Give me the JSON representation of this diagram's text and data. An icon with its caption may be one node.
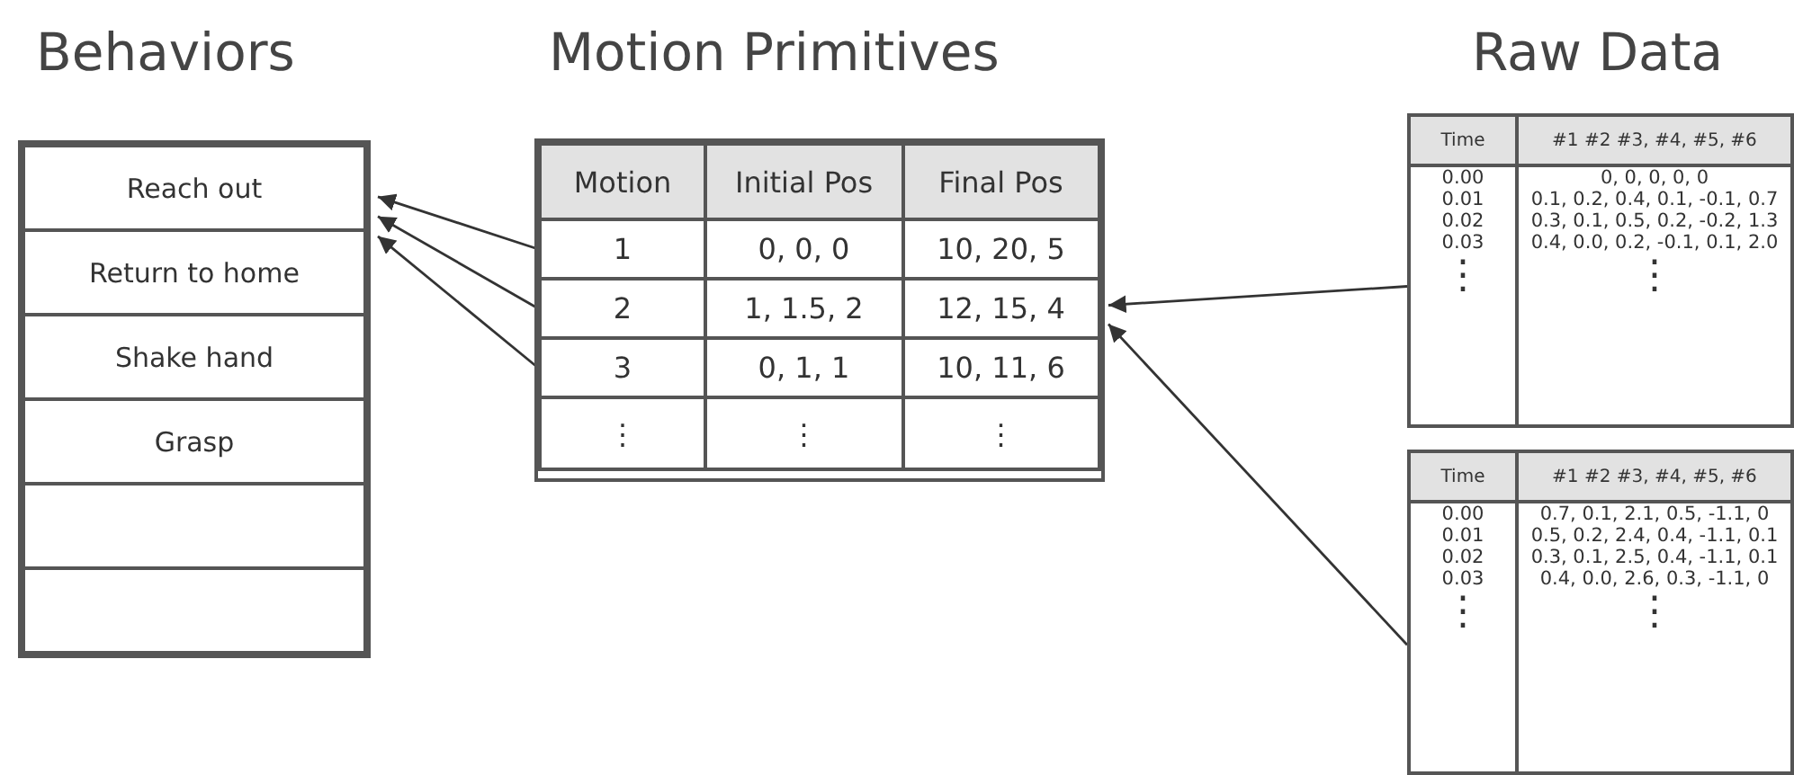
{
  "diagram": {
    "nodes": [
      {
        "text": [],
        "shape": "box"
      },
      {
        "text": [
          "Reach out"
        ],
        "in": 0
      },
      {
        "text": [
          "Return to home"
        ],
        "in": 0
      },
      {
        "text": [
          "Shake hand"
        ],
        "in": 0
      },
      {
        "text": [
          "Grasp"
        ],
        "in": 0
      },
      {
        "text": [],
        "shape": "box",
        "in": 0
      },
      {
        "text": [],
        "shape": "box",
        "in": 0
      },
      {
        "text": [],
        "shape": "box"
      },
      {
        "text": [
          "Motion",
          "Initial Pos",
          "Final Pos"
        ],
        "in": 7
      },
      {
        "text": [
          "1",
          "0, 0, 0",
          "10, 20, 5"
        ],
        "in": 7
      },
      {
        "text": [
          "2",
          "1, 1.5, 2",
          "12, 15, 4"
        ],
        "in": 7
      },
      {
        "text": [
          "3",
          "0, 1, 1",
          "10, 11, 6"
        ],
        "in": 7
      },
      {
        "text": [
          "⋮",
          "⋮",
          "⋮"
        ],
        "in": 7
      },
      {
        "text": [
          "Time",
          "#1 #2 #3, #4, #5, #6",
          "0.00",
          "0, 0, 0, 0, 0",
          "0.01",
          "0.1, 0.2, 0.4, 0.1, -0.1, 0.7",
          "0.02",
          "0.3, 0.1, 0.5, 0.2, -0.2, 1.3",
          "0.03",
          "0.4, 0.0, 0.2, -0.1, 0.1, 2.0",
          "⋮",
          "⋮"
        ]
      },
      {
        "text": [
          "Time",
          "#1 #2 #3, #4, #5, #6",
          "0.00",
          "0.7, 0.1, 2.1, 0.5, -1.1, 0",
          "0.01",
          "0.5, 0.2, 2.4, 0.4, -1.1, 0.1",
          "0.02",
          "0.3, 0.1, 2.5, 0.4, -1.1, 0.1",
          "0.03",
          "0.4, 0.0, 2.6, 0.3, -1.1, 0",
          "⋮",
          "⋮"
        ]
      }
    ],
    "edges": [
      {
        "from": 9,
        "to": 1,
        "arrow": "to"
      },
      {
        "from": 10,
        "to": 1,
        "arrow": "to"
      },
      {
        "from": 11,
        "to": 1,
        "arrow": "to"
      },
      {
        "from": 13,
        "to": 10,
        "arrow": "to"
      },
      {
        "from": 14,
        "to": 10,
        "arrow": "to"
      }
    ],
    "labels": [
      "Behaviors",
      "Motion Primitives",
      "Raw Data"
    ]
  }
}
